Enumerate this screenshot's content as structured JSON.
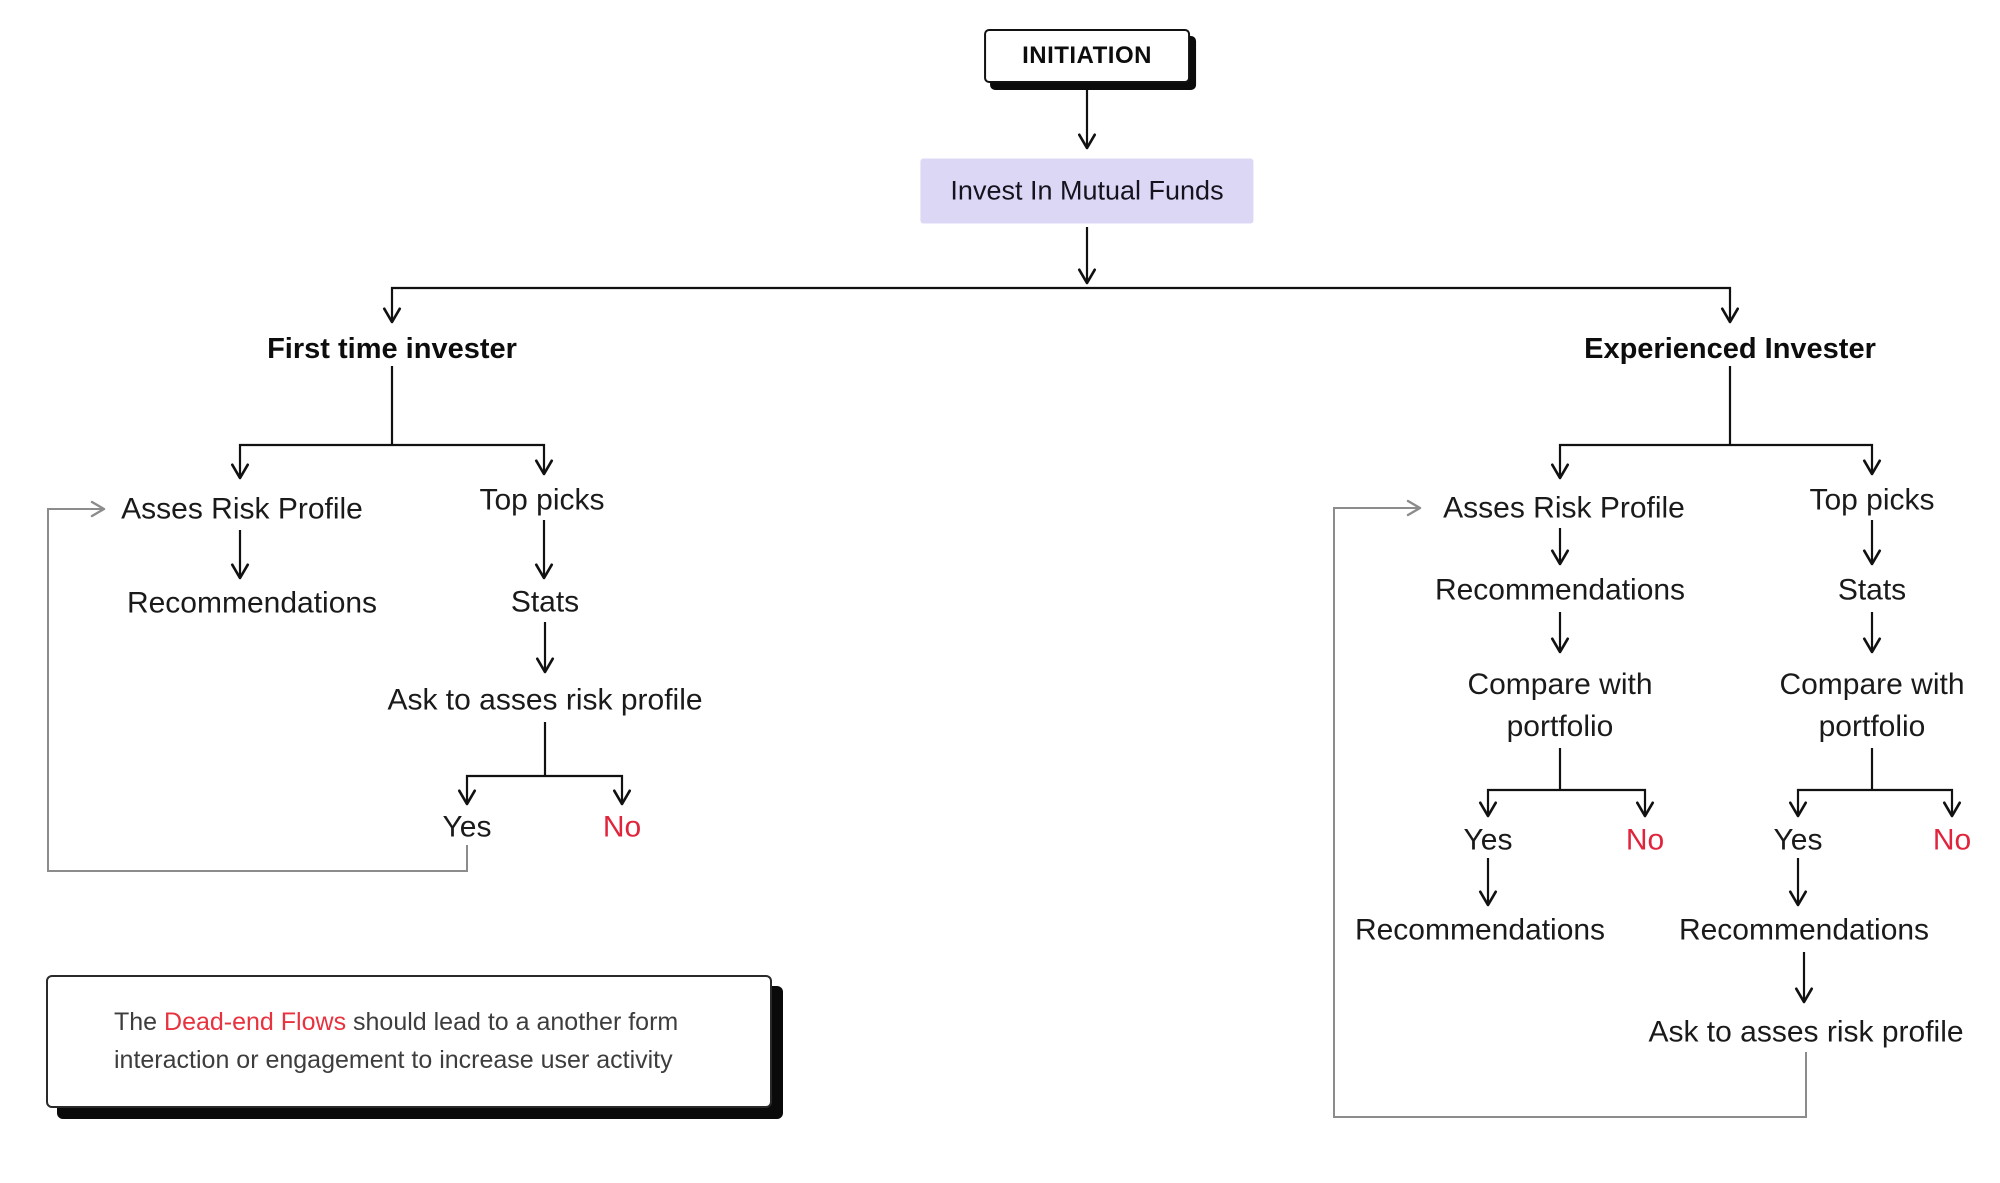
{
  "flow": {
    "initiation": "INITIATION",
    "invest": "Invest In Mutual Funds"
  },
  "first_time": {
    "title": "First time invester",
    "assess_risk": "Asses Risk Profile",
    "top_picks": "Top picks",
    "recommendations": "Recommendations",
    "stats": "Stats",
    "ask_risk": "Ask to asses risk profile",
    "yes": "Yes",
    "no": "No"
  },
  "experienced": {
    "title": "Experienced Invester",
    "assess_risk": "Asses Risk Profile",
    "top_picks": "Top picks",
    "recommendations_left": "Recommendations",
    "stats": "Stats",
    "compare_left": "Compare with portfolio",
    "compare_right": "Compare with portfolio",
    "yes_left": "Yes",
    "no_left": "No",
    "yes_right": "Yes",
    "no_right": "No",
    "recommendations_yes_left": "Recommendations",
    "recommendations_yes_right": "Recommendations",
    "ask_risk": "Ask to asses risk profile"
  },
  "note": {
    "line1_prefix": "The ",
    "line1_highlight": "Dead-end Flows",
    "line1_suffix": " should lead to a another form",
    "line2": "interaction or engagement to increase user activity"
  },
  "colors": {
    "accent_box": "#dcd7f5",
    "danger_text": "#e0243c",
    "loop_line": "#8c8c8c",
    "line": "#111111"
  }
}
